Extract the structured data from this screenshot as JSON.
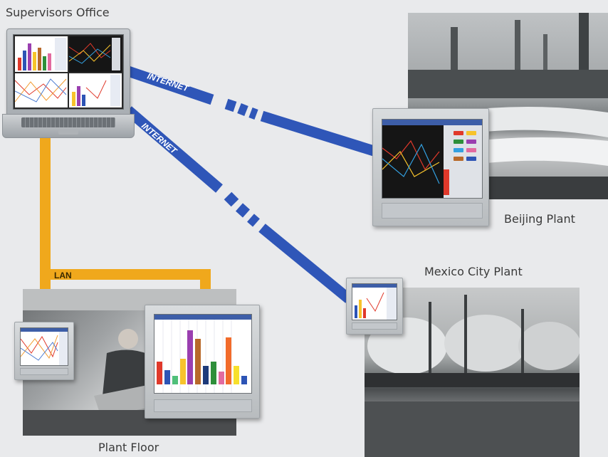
{
  "labels": {
    "supervisors_office": "Supervisors Office",
    "beijing_plant": "Beijing Plant",
    "mexico_city_plant": "Mexico City Plant",
    "plant_floor": "Plant Floor"
  },
  "links": {
    "internet_1": "INTERNET",
    "internet_2": "INTERNET",
    "lan": "LAN"
  },
  "colors": {
    "internet_link": "#2f56b8",
    "lan_link": "#f0a81c",
    "device_frame": "#c9cdd0",
    "recorder_dark_screen": "#151515"
  },
  "icons": [
    "laptop-icon",
    "recorder-display-icon",
    "bar-chart-icon",
    "trend-chart-icon"
  ]
}
